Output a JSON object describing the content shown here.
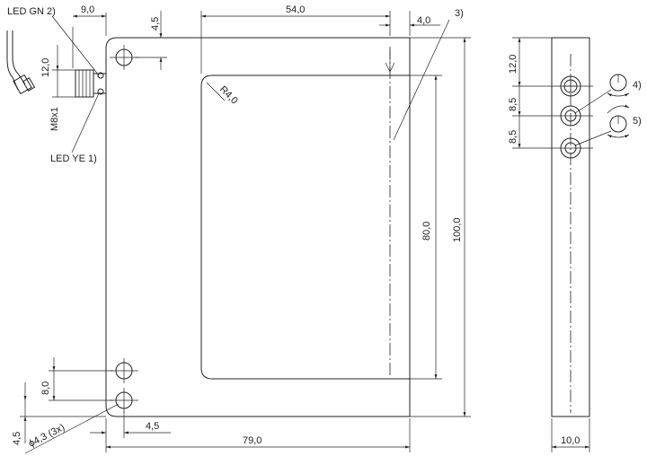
{
  "labels": {
    "led_gn": "LED GN 2)",
    "led_ye": "LED YE 1)",
    "ref3": "3)",
    "ref4": "4)",
    "ref5": "5)",
    "m8": "M8x1"
  },
  "dims": {
    "d9": "9,0",
    "d4_5_top": "4,5",
    "d54": "54,0",
    "d4": "4,0",
    "d12_left": "12,0",
    "r4": "R4,0",
    "d80": "80,0",
    "d100": "100,0",
    "d8": "8,0",
    "d4_5_left": "4,5",
    "hole": "ϕ4,3 (3x)",
    "d4_5_bottom": "4,5",
    "d79": "79,0",
    "d12_right": "12,0",
    "d8_5_a": "8,5",
    "d8_5_b": "8,5",
    "d10": "10,0"
  }
}
